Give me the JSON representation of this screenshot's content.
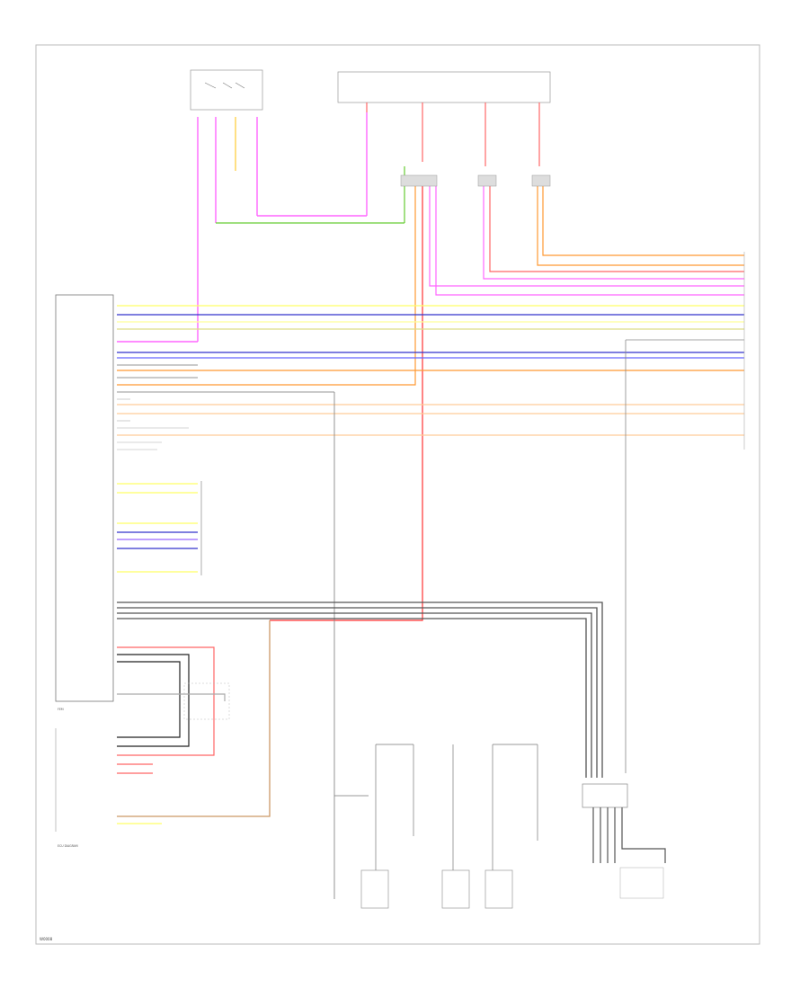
{
  "sheet_id": "W0008",
  "module_label": "FEM",
  "module_sub": "ECU DIAGRAM",
  "colors": {
    "pink": "#ff66ff",
    "green": "#66cc33",
    "red": "#ff3333",
    "orange": "#ff9933",
    "yellow": "#ffff66",
    "blue": "#3333cc",
    "violet": "#9966ff",
    "gray": "#555555",
    "tan": "#cc9966",
    "black": "#222222"
  }
}
